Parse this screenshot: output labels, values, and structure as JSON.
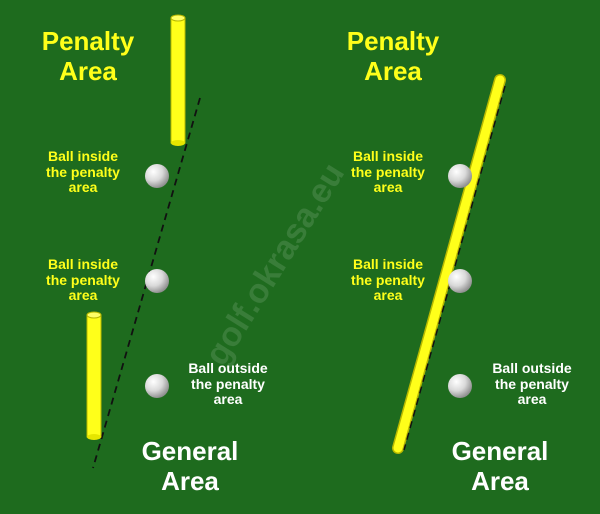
{
  "colors": {
    "background": "#1e6b1e",
    "stake_yellow": "#ffff1a",
    "ball": "#e6e6e6"
  },
  "watermark": "golf.okrasa.eu",
  "left_panel": {
    "penalty_area_title": "Penalty\nArea",
    "general_area_title": "General\nArea",
    "labels": [
      {
        "text": "Ball inside\nthe penalty\narea"
      },
      {
        "text": "Ball inside\nthe penalty\narea"
      },
      {
        "text": "Ball outside\nthe penalty\narea"
      }
    ]
  },
  "right_panel": {
    "penalty_area_title": "Penalty\nArea",
    "general_area_title": "General\nArea",
    "labels": [
      {
        "text": "Ball inside\nthe penalty\narea"
      },
      {
        "text": "Ball inside\nthe penalty\narea"
      },
      {
        "text": "Ball outside\nthe penalty\narea"
      }
    ]
  }
}
